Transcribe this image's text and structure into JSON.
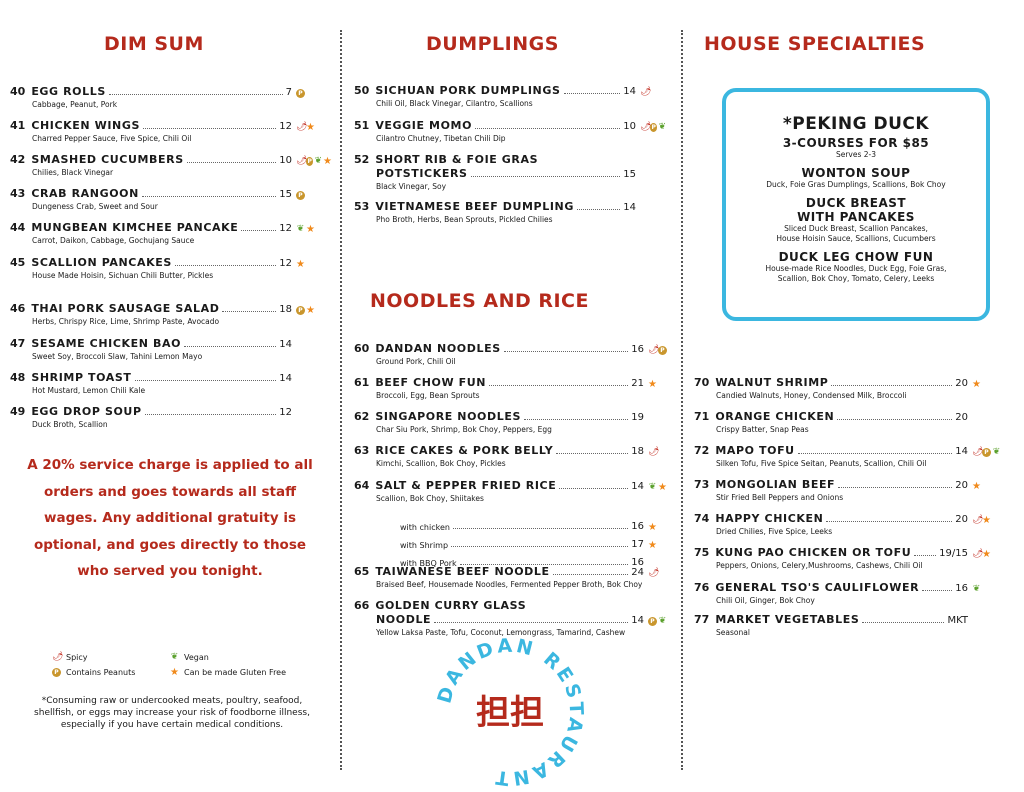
{
  "headings": {
    "dim_sum": "DIM SUM",
    "dumplings": "DUMPLINGS",
    "house": "HOUSE SPECIALTIES",
    "noodles": "NOODLES AND RICE"
  },
  "dim_sum": [
    {
      "num": "40",
      "name": "EGG ROLLS",
      "price": "7",
      "desc": "Cabbage, Peanut, Pork",
      "icons": [
        "peanut"
      ]
    },
    {
      "num": "41",
      "name": "CHICKEN WINGS",
      "price": "12",
      "desc": "Charred Pepper Sauce, Five Spice, Chili Oil",
      "icons": [
        "spicy",
        "star"
      ]
    },
    {
      "num": "42",
      "name": "SMASHED CUCUMBERS",
      "price": "10",
      "desc": "Chilies, Black Vinegar",
      "icons": [
        "spicy",
        "peanut",
        "vegan",
        "star"
      ]
    },
    {
      "num": "43",
      "name": "CRAB RANGOON",
      "price": "15",
      "desc": "Dungeness Crab, Sweet and Sour",
      "icons": [
        "peanut"
      ]
    },
    {
      "num": "44",
      "name": "MUNGBEAN KIMCHEE PANCAKE",
      "price": "12",
      "desc": "Carrot, Daikon, Cabbage, Gochujang Sauce",
      "icons": [
        "vegan",
        "star"
      ]
    },
    {
      "num": "45",
      "name": "SCALLION PANCAKES",
      "price": "12",
      "desc": "House Made Hoisin, Sichuan Chili Butter, Pickles",
      "icons": [
        "star"
      ]
    },
    {
      "num": "46",
      "name": "THAI PORK SAUSAGE SALAD",
      "price": "18",
      "desc": "Herbs, Chrispy Rice, Lime, Shrimp Paste, Avocado",
      "icons": [
        "peanut",
        "star"
      ]
    },
    {
      "num": "47",
      "name": "SESAME CHICKEN BAO",
      "price": "14",
      "desc": "Sweet Soy, Broccoli Slaw, Tahini Lemon Mayo",
      "icons": []
    },
    {
      "num": "48",
      "name": "SHRIMP TOAST",
      "price": "14",
      "desc": "Hot Mustard, Lemon Chili Kale",
      "icons": []
    },
    {
      "num": "49",
      "name": "EGG DROP SOUP",
      "price": "12",
      "desc": "Duck Broth, Scallion",
      "icons": []
    }
  ],
  "dumplings": [
    {
      "num": "50",
      "name": "SICHUAN PORK DUMPLINGS",
      "price": "14",
      "desc": "Chili Oil, Black Vinegar, Cilantro, Scallions",
      "icons": [
        "spicy"
      ]
    },
    {
      "num": "51",
      "name": "VEGGIE MOMO",
      "price": "10",
      "desc": "Cilantro Chutney, Tibetan Chili Dip",
      "icons": [
        "spicy",
        "peanut",
        "vegan"
      ]
    },
    {
      "num": "52",
      "name": "SHORT RIB & FOIE GRAS",
      "name2": "POTSTICKERS",
      "price": "15",
      "desc": "Black Vinegar, Soy",
      "icons": []
    },
    {
      "num": "53",
      "name": "VIETNAMESE BEEF DUMPLING",
      "price": "14",
      "desc": "Pho Broth, Herbs, Bean Sprouts, Pickled Chilies",
      "icons": []
    }
  ],
  "noodles": [
    {
      "num": "60",
      "name": "DANDAN NOODLES",
      "price": "16",
      "desc": "Ground Pork, Chili Oil",
      "icons": [
        "spicy",
        "peanut"
      ]
    },
    {
      "num": "61",
      "name": "BEEF CHOW FUN",
      "price": "21",
      "desc": "Broccoli, Egg, Bean Sprouts",
      "icons": [
        "star"
      ]
    },
    {
      "num": "62",
      "name": "SINGAPORE NOODLES",
      "price": "19",
      "desc": "Char Siu Pork, Shrimp, Bok Choy, Peppers, Egg",
      "icons": []
    },
    {
      "num": "63",
      "name": "RICE CAKES & PORK BELLY",
      "price": "18",
      "desc": "Kimchi, Scallion, Bok Choy, Pickles",
      "icons": [
        "spicy"
      ]
    },
    {
      "num": "64",
      "name": "SALT & PEPPER FRIED RICE",
      "price": "14",
      "desc": "Scallion, Bok Choy, Shiitakes",
      "icons": [
        "vegan",
        "star"
      ]
    },
    {
      "num": "65",
      "name": "TAIWANESE BEEF NOODLE",
      "price": "24",
      "desc": "Braised Beef, Housemade Noodles, Fermented Pepper Broth, Bok Choy",
      "icons": [
        "spicy"
      ]
    },
    {
      "num": "66",
      "name": "GOLDEN CURRY GLASS",
      "name2": "NOODLE",
      "price": "14",
      "desc": "Yellow Laksa Paste, Tofu, Coconut, Lemongrass, Tamarind, Cashew",
      "icons": [
        "peanut",
        "vegan"
      ]
    }
  ],
  "rice_options": [
    {
      "label": "with chicken",
      "price": "16",
      "icons": [
        "star"
      ]
    },
    {
      "label": "with Shrimp",
      "price": "17",
      "icons": [
        "star"
      ]
    },
    {
      "label": "with BBQ Pork",
      "price": "16",
      "icons": []
    }
  ],
  "house": [
    {
      "num": "70",
      "name": "WALNUT SHRIMP",
      "price": "20",
      "desc": "Candied Walnuts, Honey, Condensed Milk, Broccoli",
      "icons": [
        "star"
      ]
    },
    {
      "num": "71",
      "name": "ORANGE CHICKEN",
      "price": "20",
      "desc": "Crispy Batter, Snap Peas",
      "icons": []
    },
    {
      "num": "72",
      "name": "MAPO TOFU",
      "price": "14",
      "desc": "Silken Tofu, Five Spice Seitan, Peanuts, Scallion, Chili Oil",
      "icons": [
        "spicy",
        "peanut",
        "vegan"
      ]
    },
    {
      "num": "73",
      "name": "MONGOLIAN BEEF",
      "price": "20",
      "desc": "Stir Fried Bell Peppers and Onions",
      "icons": [
        "star"
      ]
    },
    {
      "num": "74",
      "name": "HAPPY CHICKEN",
      "price": "20",
      "desc": "Dried Chilies, Five Spice, Leeks",
      "icons": [
        "spicy",
        "star"
      ]
    },
    {
      "num": "75",
      "name": "KUNG PAO CHICKEN OR TOFU",
      "price": "19/15",
      "desc": "Peppers, Onions, Celery,Mushrooms, Cashews, Chili Oil",
      "icons": [
        "spicy",
        "star"
      ]
    },
    {
      "num": "76",
      "name": "GENERAL TSO'S CAULIFLOWER",
      "price": "16",
      "desc": "Chili Oil, Ginger, Bok Choy",
      "icons": [
        "vegan"
      ]
    },
    {
      "num": "77",
      "name": "MARKET VEGETABLES",
      "price": "MKT",
      "desc": "Seasonal",
      "icons": []
    }
  ],
  "peking": {
    "title": "*PEKING DUCK",
    "subtitle": "3-COURSES FOR $85",
    "serves": "Serves 2-3",
    "c1": "WONTON SOUP",
    "c1d": "Duck, Foie Gras Dumplings, Scallions, Bok Choy",
    "c2a": "DUCK BREAST",
    "c2b": "WITH PANCAKES",
    "c2d1": "Sliced Duck Breast, Scallion Pancakes,",
    "c2d2": "House Hoisin Sauce, Scallions, Cucumbers",
    "c3": "DUCK LEG CHOW FUN",
    "c3d1": "House-made Rice Noodles, Duck Egg, Foie Gras,",
    "c3d2": "Scallion, Bok Choy, Tomato, Celery, Leeks"
  },
  "service_note": "A 20% service charge is applied to all orders and goes towards all staff wages. Any additional gratuity is optional, and goes directly to those who served you tonight.",
  "legend": {
    "spicy": "Spicy",
    "vegan": "Vegan",
    "peanut": "Contains Peanuts",
    "gf": "Can be made Gluten Free"
  },
  "disclaimer": "*Consuming raw or undercooked meats, poultry, seafood, shellfish, or eggs may increase your risk of foodborne illness, especially if you have certain medical conditions.",
  "logo": {
    "ring_text": "DANDAN RESTAURANT",
    "chinese": "担担"
  },
  "colors": {
    "red": "#b52a1c",
    "blue": "#3bb7e0",
    "green": "#5aa02c",
    "orange": "#f08a1c",
    "peanut": "#c9962d"
  },
  "icon_names": {
    "spicy": "chili-pepper-icon",
    "peanut": "peanut-icon",
    "vegan": "leaf-icon",
    "star": "star-icon"
  }
}
